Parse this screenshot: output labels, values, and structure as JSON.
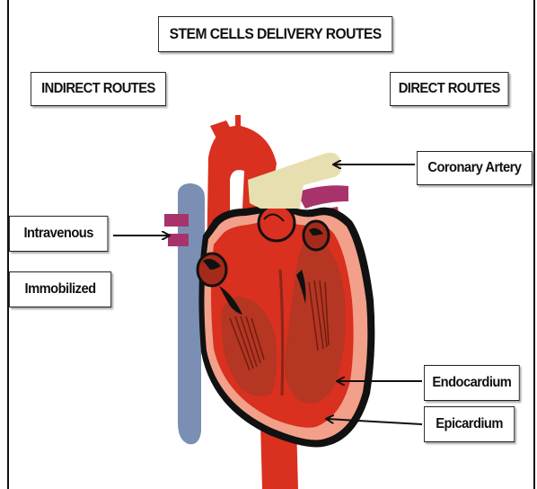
{
  "title": "STEM CELLS DELIVERY ROUTES",
  "indirect_heading": "INDIRECT ROUTES",
  "direct_heading": "DIRECT ROUTES",
  "labels": {
    "coronary_artery": "Coronary Artery",
    "intravenous": "Intravenous",
    "immobilized": "Immobilized",
    "endocardium": "Endocardium",
    "epicardium": "Epicardium"
  },
  "colors": {
    "heart_red": "#d9301f",
    "dark_red": "#a52a1a",
    "inner_myocardium": "#b53622",
    "pink_layer": "#f2a08a",
    "vein_blue": "#7a8fb3",
    "pulmonary_magenta": "#a8336b",
    "coronary_beige": "#e8dfb0",
    "outline": "#111111"
  }
}
